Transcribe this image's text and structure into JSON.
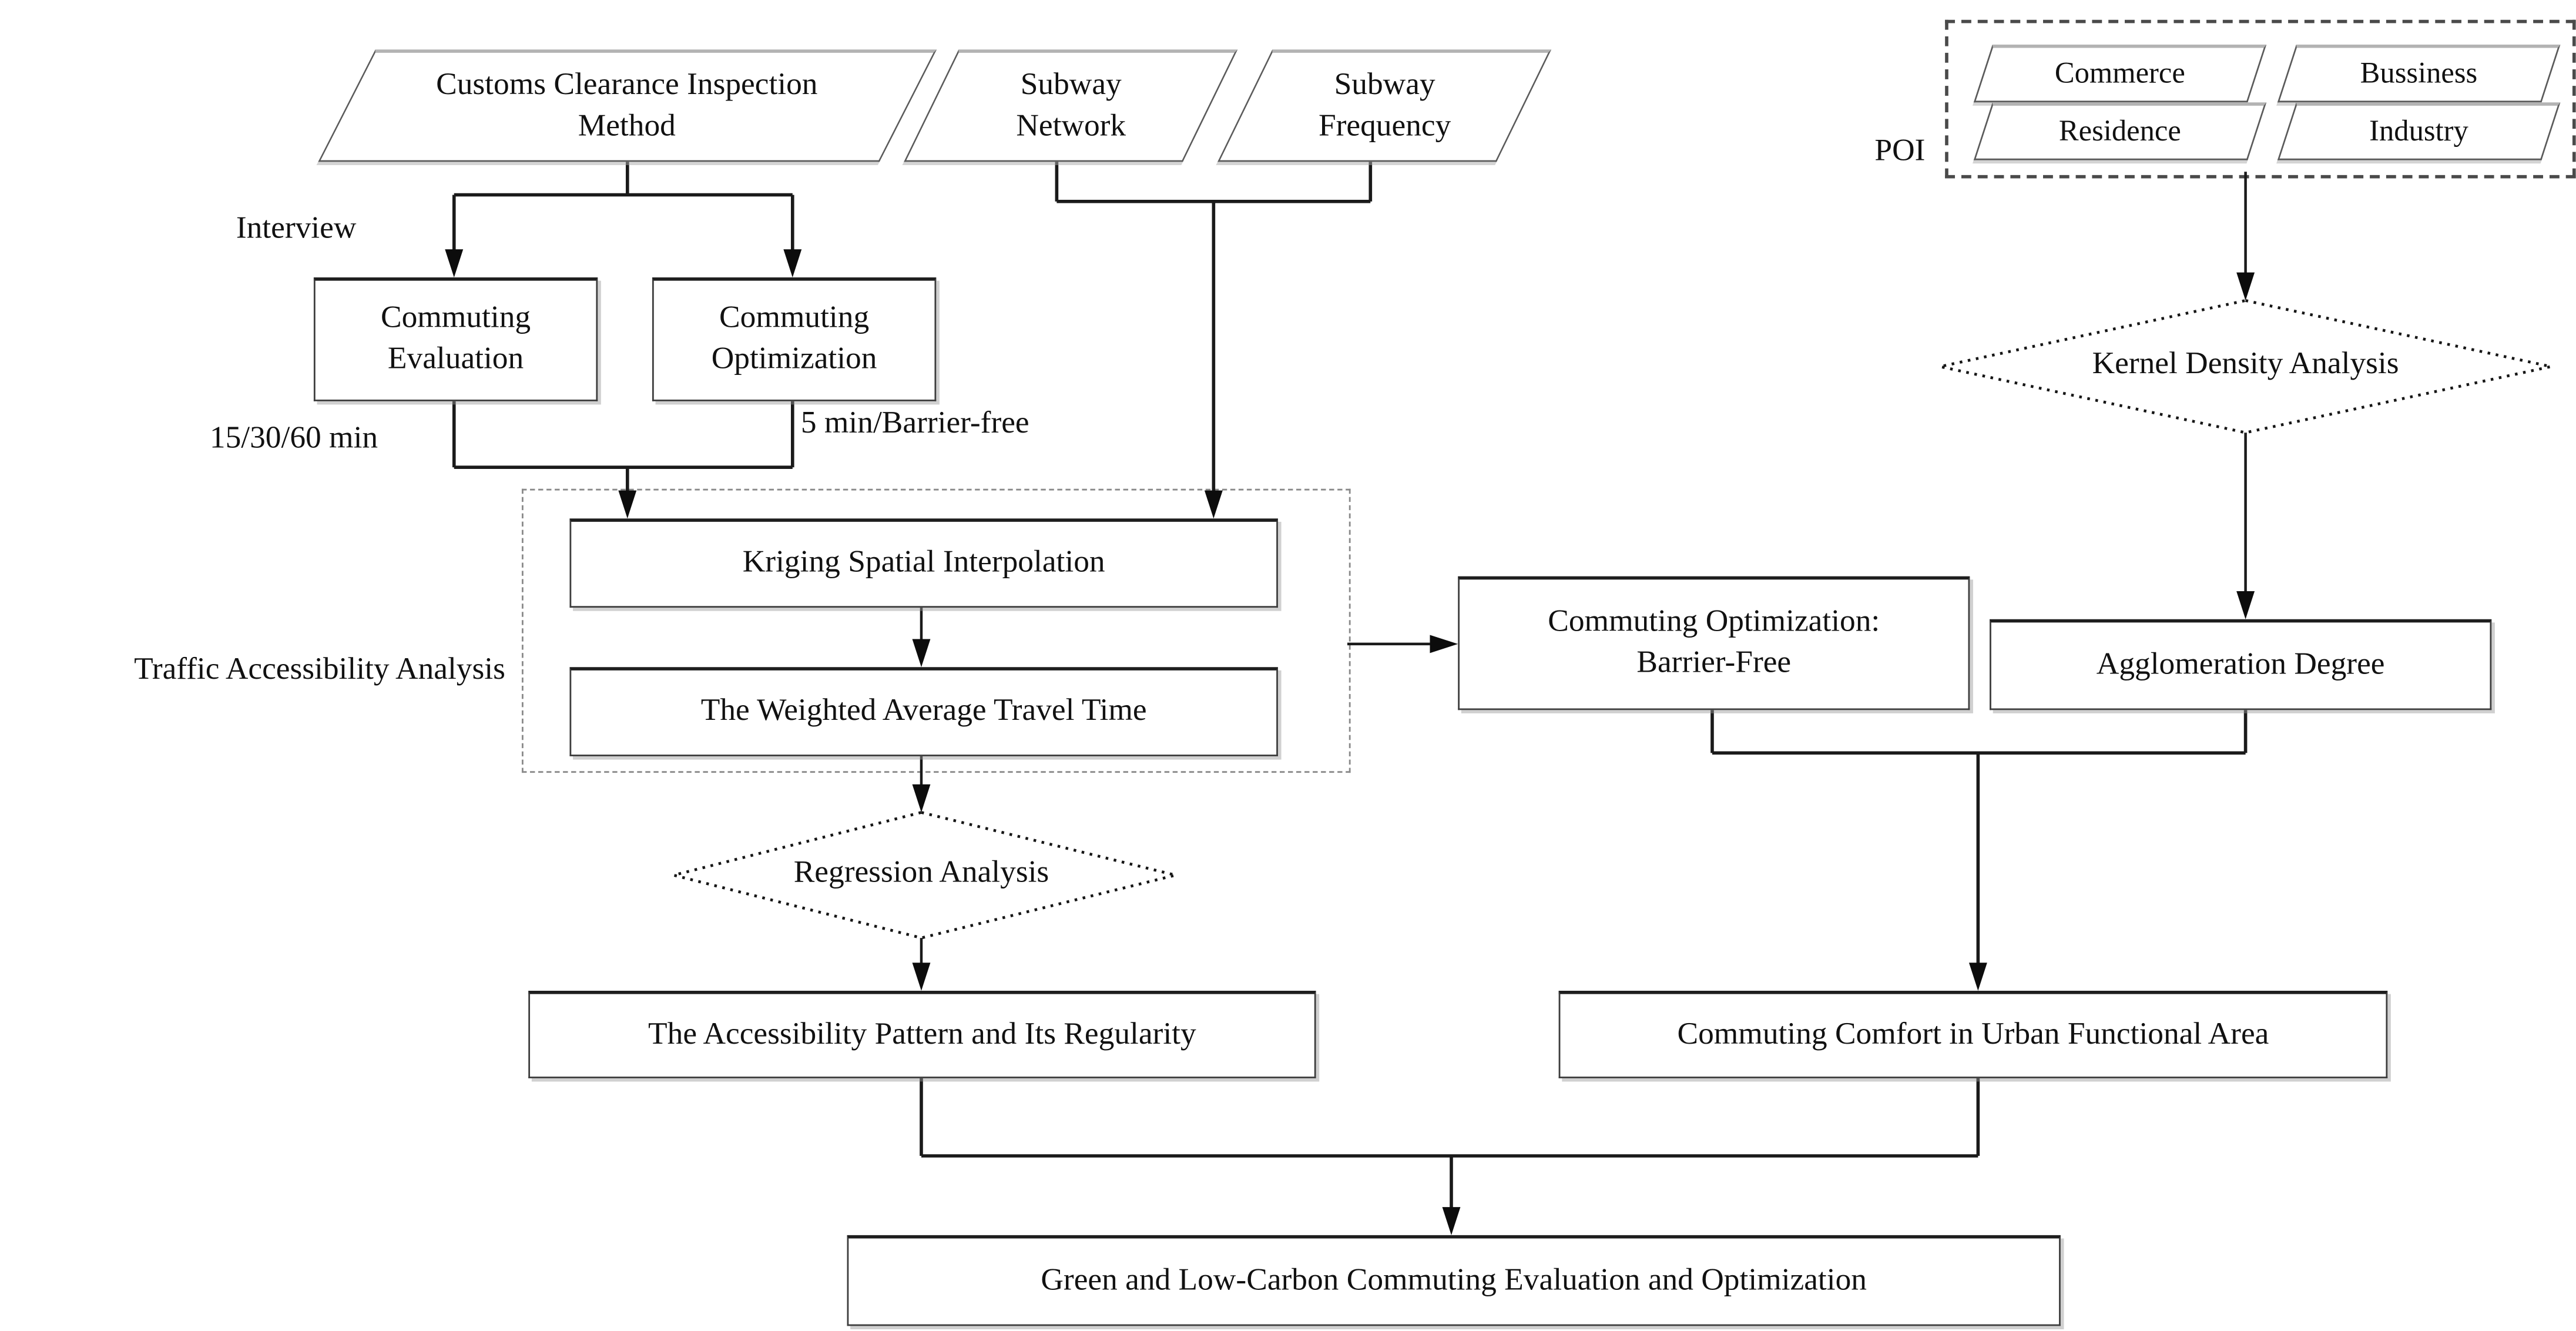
{
  "flowchart": {
    "sources": {
      "customs": "Customs Clearance Inspection Method",
      "subway_network": "Subway Network",
      "subway_frequency": "Subway Frequency"
    },
    "poi": {
      "label": "POI",
      "categories": [
        "Commerce",
        "Bussiness",
        "Residence",
        "Industry"
      ]
    },
    "process": {
      "commuting_evaluation": "Commuting Evaluation",
      "commuting_optimization": "Commuting Optimization",
      "kriging": "Kriging Spatial Interpolation",
      "weighted_travel_time": "The Weighted Average Travel Time",
      "kernel_density": "Kernel Density Analysis",
      "regression": "Regression Analysis",
      "barrier_free": "Commuting Optimization: Barrier-Free",
      "agglomeration": "Agglomeration Degree"
    },
    "outputs": {
      "accessibility_pattern": "The Accessibility Pattern and Its Regularity",
      "commuting_comfort": "Commuting Comfort in Urban Functional Area",
      "final": "Green and Low-Carbon Commuting Evaluation and Optimization"
    },
    "annotations": {
      "interview": "Interview",
      "time_thresholds": "15/30/60 min",
      "optimization_threshold": "5 min/Barrier-free",
      "traffic_group": "Traffic Accessibility Analysis"
    },
    "colors": {
      "line": "#1a1a1a",
      "box_border": "#3d3d3d",
      "dashed_border": "#8a8a8a",
      "background": "#ffffff",
      "text": "#111111"
    }
  }
}
